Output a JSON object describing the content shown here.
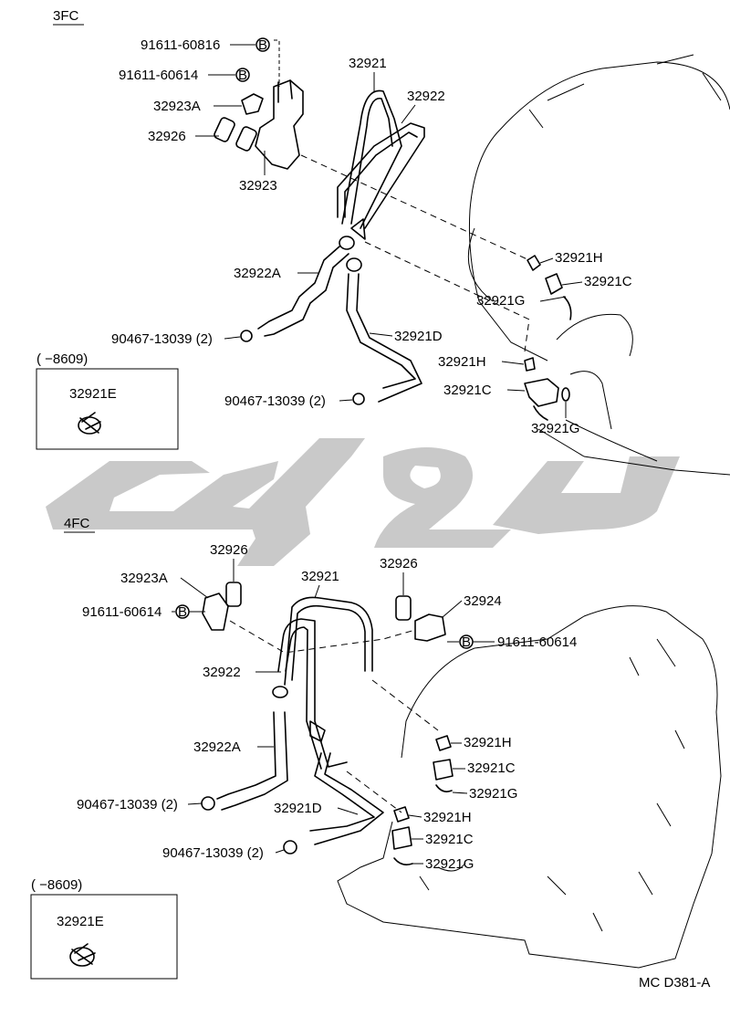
{
  "sections": {
    "top_title": "3FC",
    "bottom_title": "4FC"
  },
  "callouts": {
    "top": {
      "bolt_1": "91611-60816",
      "bolt_2": "91611-60614",
      "bracket_a": "32923A",
      "grommet": "32926",
      "bracket": "32923",
      "tube_main": "32921",
      "tube_2": "32922",
      "hose_a": "32922A",
      "clamp_1": "90467-13039 (2)",
      "hose_d": "32921D",
      "clamp_2": "90467-13039 (2)",
      "nut_h_1": "32921H",
      "union_c_1": "32921C",
      "gasket_g_1": "32921G",
      "nut_h_2": "32921H",
      "union_c_2": "32921C",
      "gasket_g_2": "32921G"
    },
    "bottom": {
      "grommet_1": "32926",
      "bracket_a": "32923A",
      "bolt_1": "91611-60614",
      "tube_main": "32921",
      "grommet_2": "32926",
      "bracket": "32924",
      "bolt_2": "91611-60614",
      "tube_2": "32922",
      "hose_a": "32922A",
      "clamp_1": "90467-13039 (2)",
      "hose_d": "32921D",
      "clamp_2": "90467-13039 (2)",
      "nut_h_1": "32921H",
      "union_c_1": "32921C",
      "gasket_g_1": "32921G",
      "nut_h_2": "32921H",
      "union_c_2": "32921C",
      "gasket_g_2": "32921G"
    }
  },
  "insets": {
    "top": {
      "range": "(        −8609)",
      "part": "32921E"
    },
    "bottom": {
      "range": "(        −8609)",
      "part": "32921E"
    }
  },
  "bolt_marker": "B",
  "drawing_code": "MC D381-A",
  "colors": {
    "line": "#000000",
    "watermark": "#c9c9c9",
    "background": "#ffffff"
  }
}
